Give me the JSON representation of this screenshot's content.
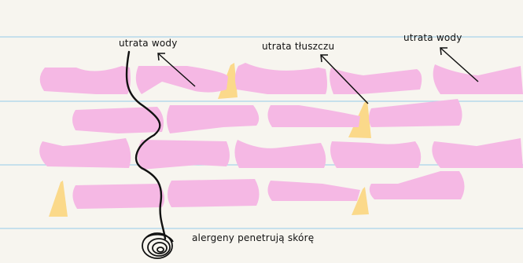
{
  "labels": {
    "water_loss_1": "utrata wody",
    "fat_loss": "utrata tłuszczu",
    "water_loss_2": "utrata wody",
    "allergens": "alergeny penetrują skórę"
  },
  "colors": {
    "cell": "#f5b8e4",
    "lipid": "#fbd98a",
    "rule_line": "#a8d4ea",
    "background": "#f7f5ef",
    "ink": "#111111"
  }
}
